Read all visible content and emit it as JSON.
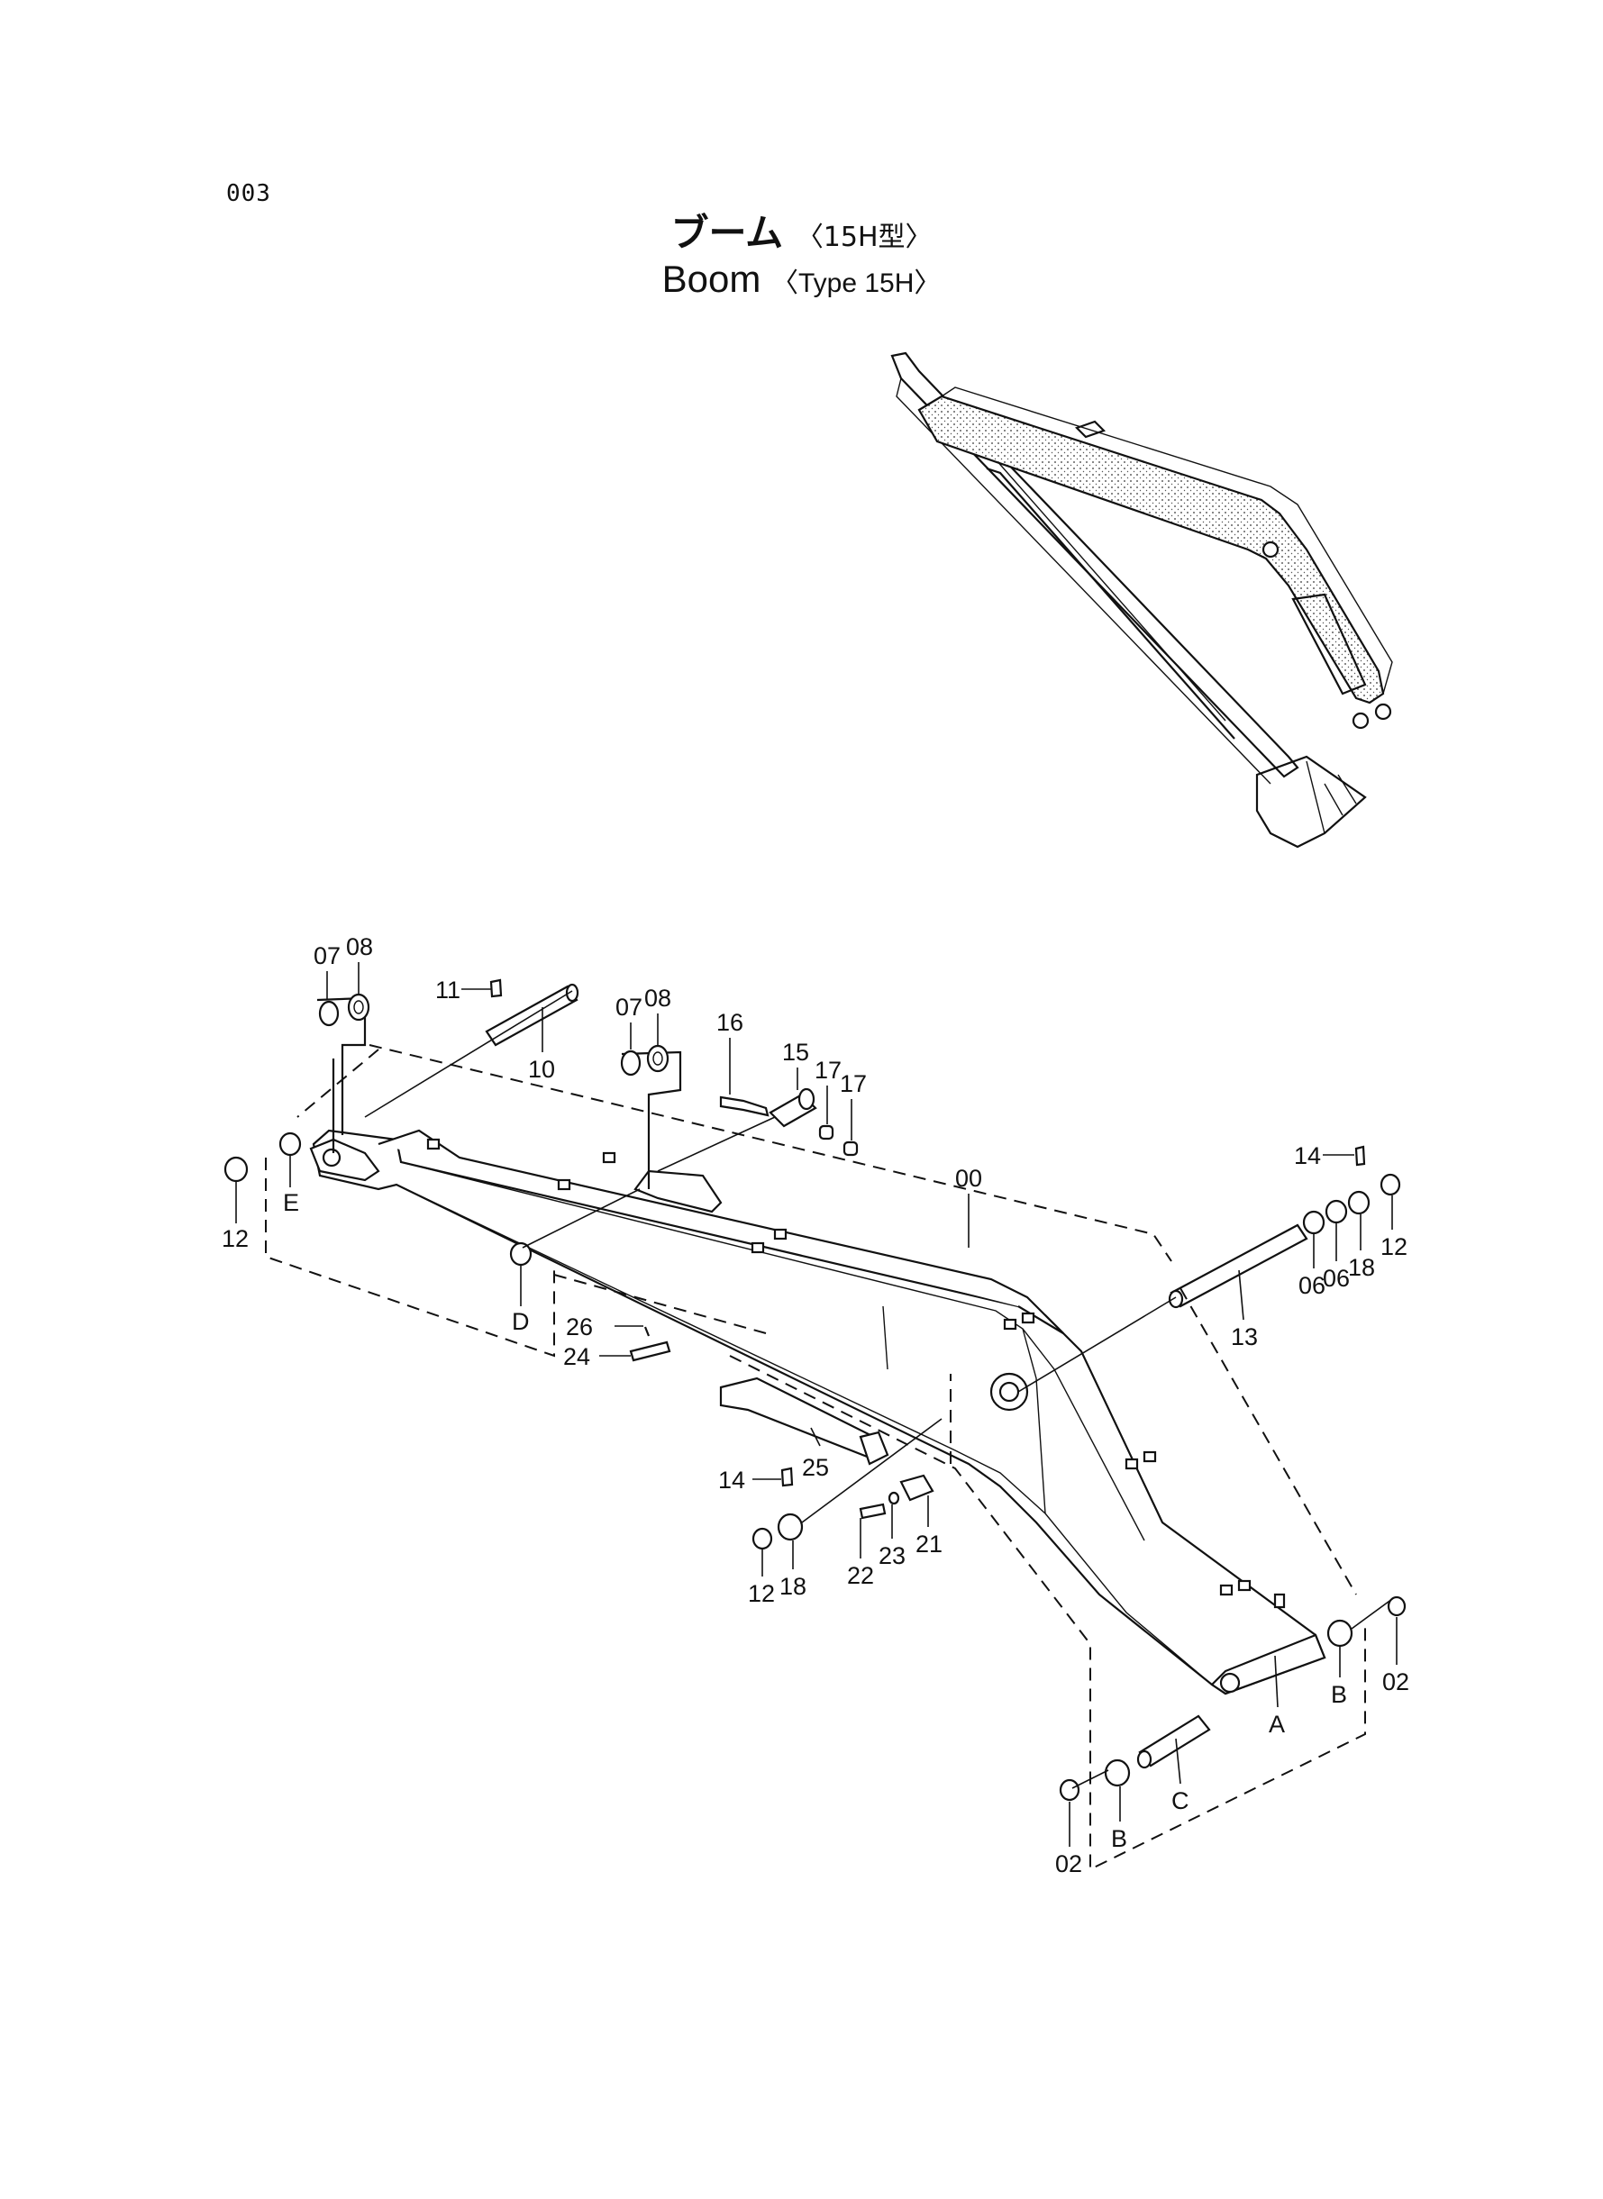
{
  "page_number": "003",
  "title": {
    "japanese_main": "ブーム",
    "japanese_sub": "〈15H型〉",
    "english_main": "Boom",
    "english_sub": "〈Type 15H〉"
  },
  "callouts": {
    "c07a": "07",
    "c08a": "08",
    "c11": "11",
    "c10": "10",
    "c07b": "07",
    "c08b": "08",
    "c16": "16",
    "c15": "15",
    "c17a": "17",
    "c17b": "17",
    "c00": "00",
    "c14a": "14",
    "c12a": "12",
    "cE": "E",
    "cD": "D",
    "c26": "26",
    "c24": "24",
    "c25": "25",
    "c14b": "14",
    "c12b": "12",
    "c18a": "18",
    "c22": "22",
    "c23": "23",
    "c21": "21",
    "c06a": "06",
    "c06b": "06",
    "c18b": "18",
    "c12c": "12",
    "c13": "13",
    "cA": "A",
    "cBa": "B",
    "c02a": "02",
    "cC": "C",
    "cBb": "B",
    "c02b": "02"
  }
}
